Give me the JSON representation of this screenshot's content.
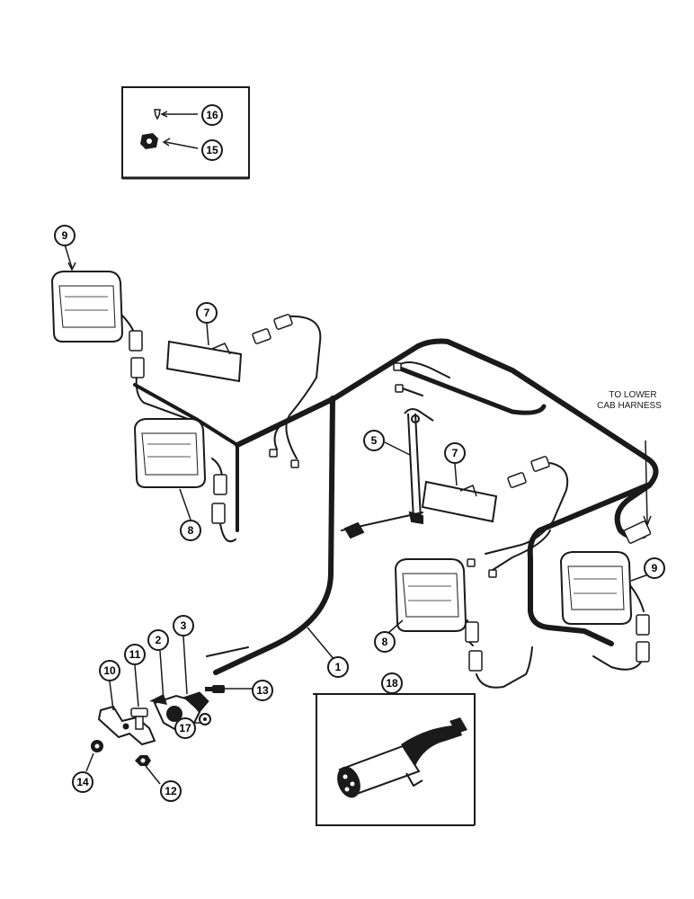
{
  "callouts": {
    "c1": "1",
    "c2": "2",
    "c3": "3",
    "c5": "5",
    "c7a": "7",
    "c7b": "7",
    "c8a": "8",
    "c8b": "8",
    "c9a": "9",
    "c9b": "9",
    "c10": "10",
    "c11": "11",
    "c12": "12",
    "c13": "13",
    "c14": "14",
    "c15": "15",
    "c16": "16",
    "c17": "17",
    "c18": "18"
  },
  "note": {
    "line1": "TO LOWER",
    "line2": "CAB HARNESS"
  },
  "colors": {
    "ink": "#1a1a1a",
    "paper": "#ffffff"
  }
}
